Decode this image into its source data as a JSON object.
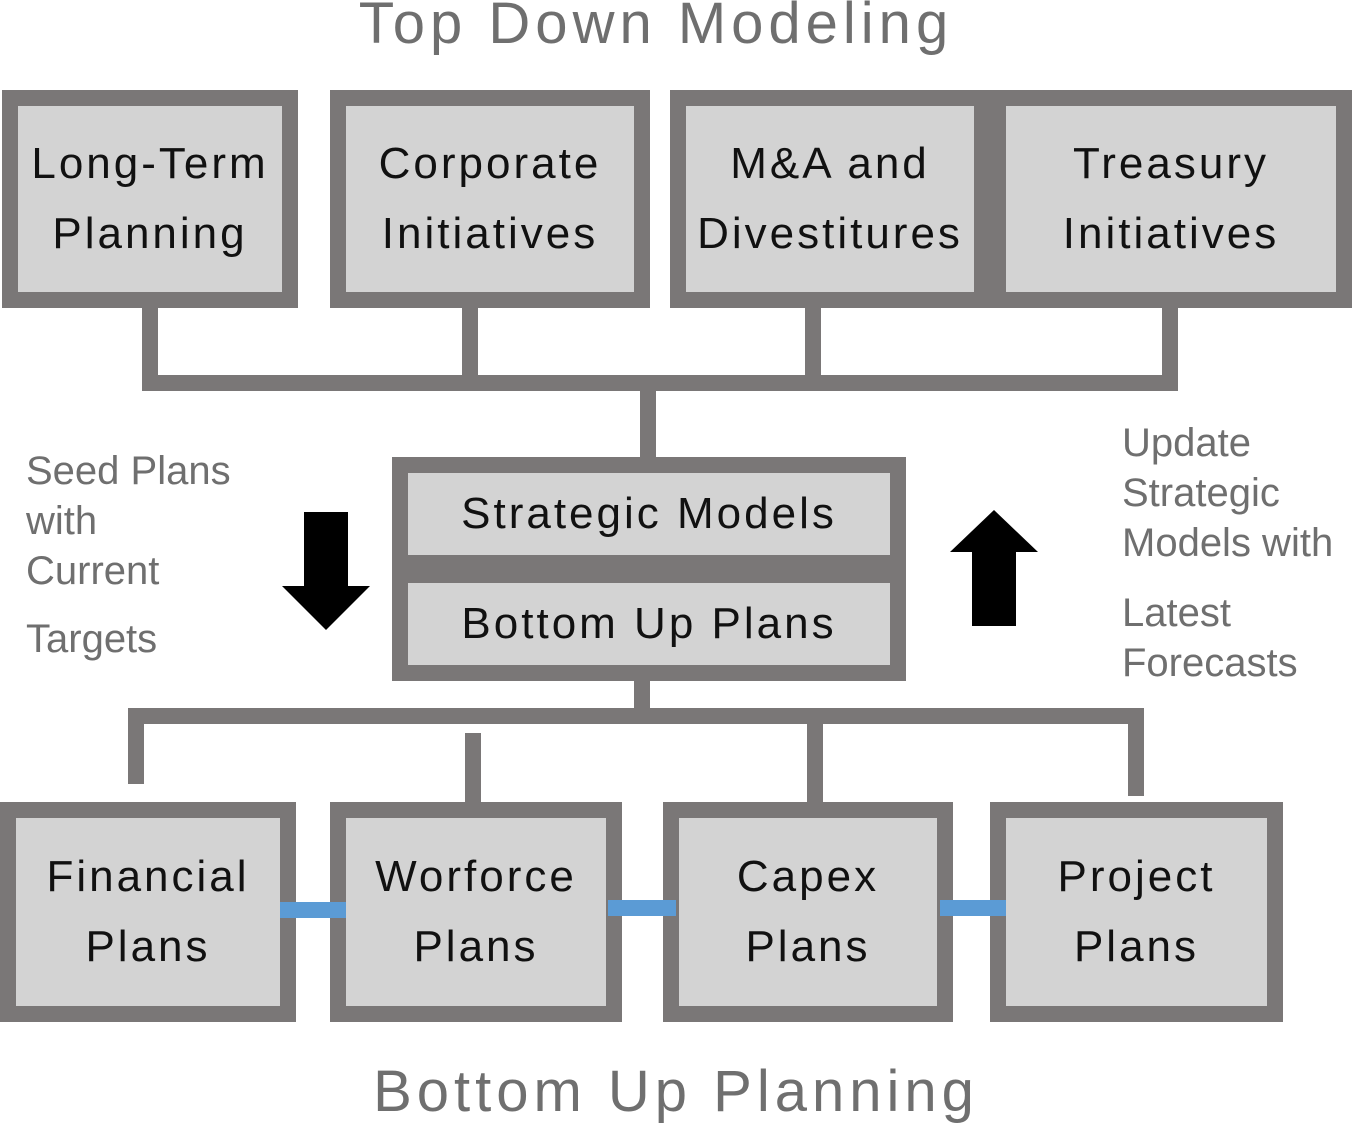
{
  "titles": {
    "top": "Top Down Modeling",
    "bottom": "Bottom Up Planning"
  },
  "top_boxes": [
    {
      "line1": "Long-Term",
      "line2": "Planning"
    },
    {
      "line1": "Corporate",
      "line2": "Initiatives"
    },
    {
      "line1": "M&A and",
      "line2": "Divestitures"
    },
    {
      "line1": "Treasury",
      "line2": "Initiatives"
    }
  ],
  "center": {
    "strategic": "Strategic Models",
    "bottom_up": "Bottom Up Plans"
  },
  "bottom_boxes": [
    {
      "line1": "Financial",
      "line2": "Plans"
    },
    {
      "line1": "Worforce",
      "line2": "Plans"
    },
    {
      "line1": "Capex",
      "line2": "Plans"
    },
    {
      "line1": "Project",
      "line2": "Plans"
    }
  ],
  "left_note": [
    "Seed Plans",
    "with",
    "Current",
    "Targets"
  ],
  "right_note": [
    "Update",
    "Strategic",
    "Models with",
    "Latest",
    "Forecasts"
  ],
  "icons": {
    "down_arrow": "arrow-down-icon",
    "up_arrow": "arrow-up-icon"
  },
  "colors": {
    "border": "#7a7777",
    "fill": "#d3d3d3",
    "link": "#5b9bd5",
    "arrow": "#000000"
  }
}
